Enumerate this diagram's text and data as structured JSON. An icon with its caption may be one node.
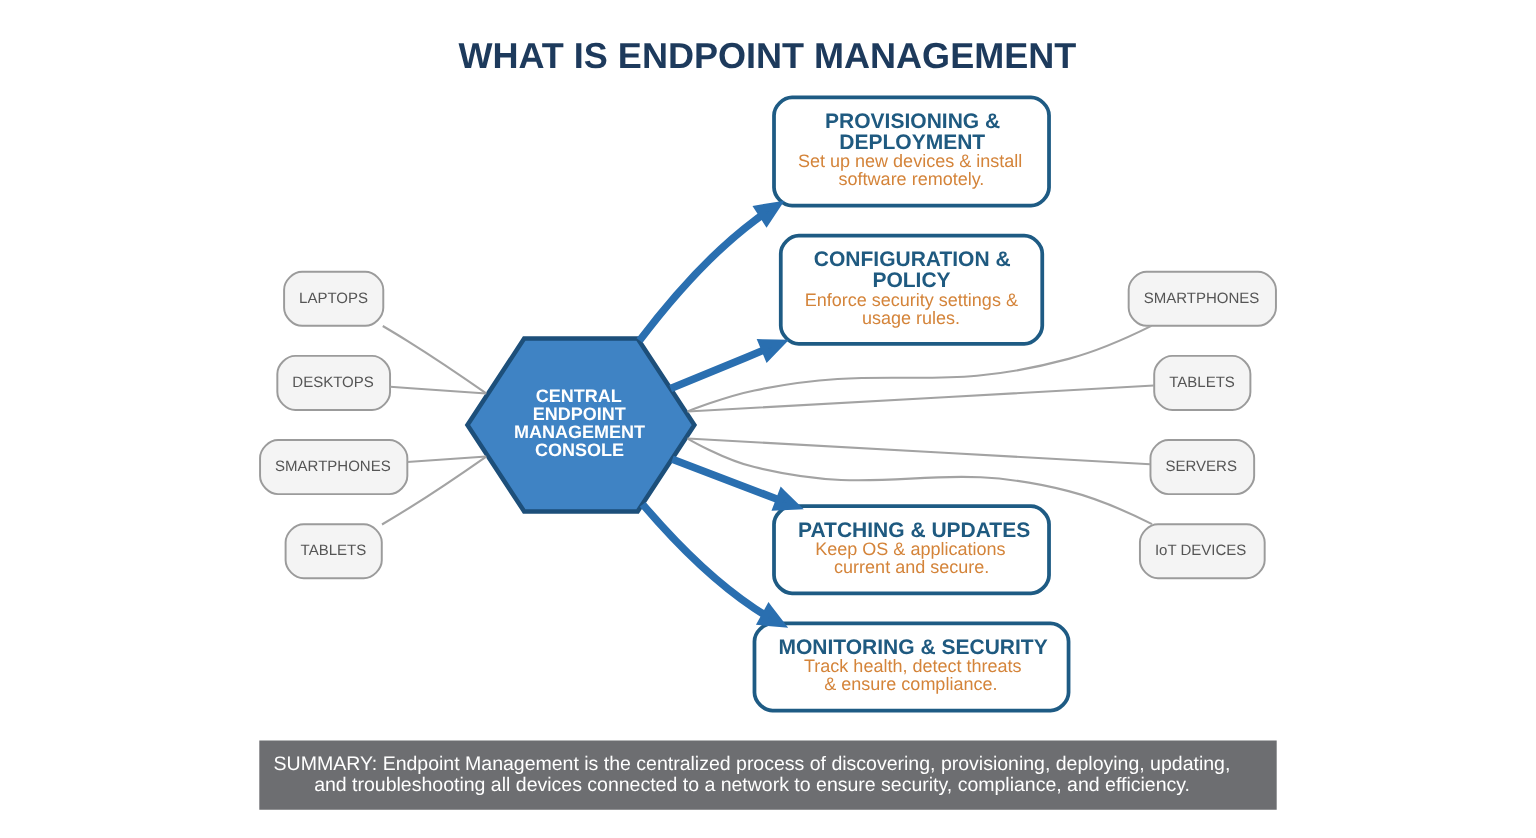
{
  "diagram": {
    "title": "WHAT IS ENDPOINT MANAGEMENT",
    "caption": "SUMMARY: Endpoint Management is the centralized process of discovering, provisioning, deploying, updating, and troubleshooting all devices connected to a network to ensure security, compliance, and efficiency.",
    "nodes": [
      {
        "text": [
          "LAPTOPS"
        ]
      },
      {
        "text": [
          "PROVISIONING & DEPLOYMENT",
          "Set up new devices & install software remotely."
        ]
      },
      {
        "text": [
          "CONFIGURATION & POLICY",
          "Enforce security settings & usage rules."
        ]
      },
      {
        "text": [
          "SMARTPHONES"
        ]
      },
      {
        "text": [
          "DESKTOPS"
        ]
      },
      {
        "text": [
          "TABLETS"
        ]
      },
      {
        "text": [
          "CENTRAL ENDPOINT MANAGEMENT CONSOLE"
        ]
      },
      {
        "text": [
          "SMARTPHONES"
        ]
      },
      {
        "text": [
          "PATCHING & UPDATES",
          "Keep OS & applications current and secure."
        ]
      },
      {
        "text": [
          "MONITORING & SECURITY",
          "Track health, detect threats & ensure compliance."
        ]
      },
      {
        "text": [
          "SERVERS"
        ]
      },
      {
        "text": [
          "TABLETS"
        ]
      },
      {
        "text": [
          "IoT DEVICES"
        ]
      }
    ],
    "edges": [
      {
        "from": 0,
        "to": 6,
        "arrow": "none"
      },
      {
        "from": 4,
        "to": 6,
        "arrow": "none"
      },
      {
        "from": 7,
        "to": 6,
        "arrow": "none"
      },
      {
        "from": 11,
        "to": 6,
        "arrow": "none"
      },
      {
        "from": 6,
        "to": 9,
        "arrow": "to",
        "style": "thick",
        "color": "#2a6fb0"
      },
      {
        "from": 6,
        "to": 8,
        "arrow": "to",
        "style": "thick",
        "color": "#2a6fb0"
      },
      {
        "from": 6,
        "to": 12,
        "arrow": "none"
      },
      {
        "from": 6,
        "to": 10,
        "arrow": "none"
      },
      {
        "from": 6,
        "to": 5,
        "arrow": "none"
      },
      {
        "from": 6,
        "to": 3,
        "arrow": "none"
      },
      {
        "from": 6,
        "to": 2,
        "arrow": "to",
        "style": "thick",
        "color": "#2a6fb0"
      },
      {
        "from": 6,
        "to": 1,
        "arrow": "to",
        "style": "thick",
        "color": "#2a6fb0"
      }
    ]
  }
}
